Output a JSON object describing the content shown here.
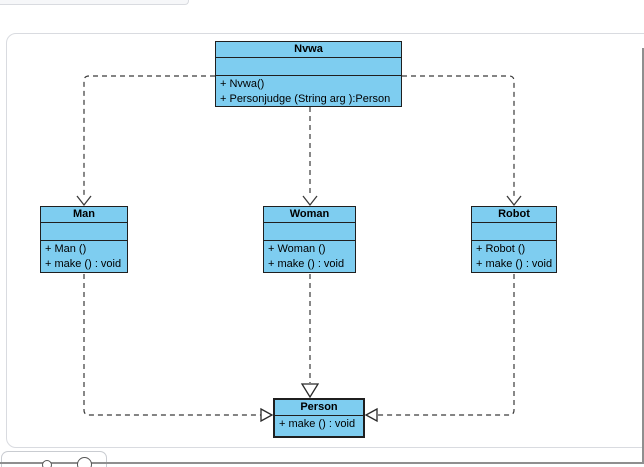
{
  "diagram": {
    "type": "uml-class-diagram",
    "classes": [
      {
        "name": "Nvwa",
        "attributes": [],
        "methods": [
          "+ Nvwa()",
          "+ Personjudge (String arg ):Person"
        ]
      },
      {
        "name": "Man",
        "attributes": [],
        "methods": [
          "+ Man ()",
          "+ make () : void"
        ]
      },
      {
        "name": "Woman",
        "attributes": [],
        "methods": [
          "+ Woman ()",
          "+ make () : void"
        ]
      },
      {
        "name": "Robot",
        "attributes": [],
        "methods": [
          "+ Robot ()",
          "+ make () : void"
        ]
      },
      {
        "name": "Person",
        "methods": [
          "+ make () : void"
        ]
      }
    ],
    "relations": [
      {
        "from": "Nvwa",
        "to": "Man",
        "line": "dashed",
        "arrow": "open-v",
        "type": "dependency"
      },
      {
        "from": "Nvwa",
        "to": "Woman",
        "line": "dashed",
        "arrow": "open-v",
        "type": "dependency"
      },
      {
        "from": "Nvwa",
        "to": "Robot",
        "line": "dashed",
        "arrow": "open-v",
        "type": "dependency"
      },
      {
        "from": "Man",
        "to": "Person",
        "line": "dashed",
        "arrow": "hollow-triangle",
        "type": "realization"
      },
      {
        "from": "Woman",
        "to": "Person",
        "line": "dashed",
        "arrow": "hollow-triangle",
        "type": "realization"
      },
      {
        "from": "Robot",
        "to": "Person",
        "line": "dashed",
        "arrow": "hollow-triangle",
        "type": "realization"
      }
    ],
    "colors": {
      "class_fill": "#7ecdf0",
      "class_border": "#1f1f1f",
      "connector": "#3a3a3a",
      "canvas_border": "#d9dbe0",
      "window_line": "#8f8f8f"
    }
  },
  "chrome": {
    "icons": [
      {
        "name": "small-circle-icon",
        "glyph": "○"
      },
      {
        "name": "large-circle-icon",
        "glyph": "○"
      }
    ]
  }
}
